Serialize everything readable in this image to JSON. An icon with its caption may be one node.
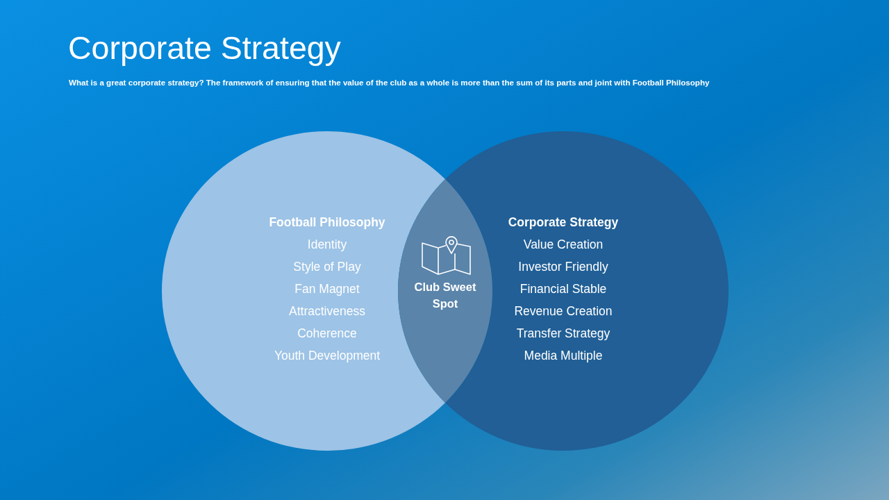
{
  "diagram": {
    "title": "Corporate Strategy",
    "nodes": [
      {
        "text": [
          "Football Philosophy",
          "Identity",
          "Style of Play",
          "Fan Magnet",
          "Attractiveness",
          "Coherence",
          "Youth Development"
        ]
      },
      {
        "text": [
          "Club Sweet Spot"
        ]
      },
      {
        "text": [
          "Corporate Strategy",
          "Value Creation",
          "Investor Friendly",
          "Financial Stable",
          "Revenue Creation",
          "Transfer Strategy",
          "Media Multiple"
        ]
      }
    ],
    "labels": [
      "What is a great corporate strategy? The framework of ensuring that the value of the club as a whole is more than the sum of its parts and joint with Football Philosophy"
    ]
  }
}
